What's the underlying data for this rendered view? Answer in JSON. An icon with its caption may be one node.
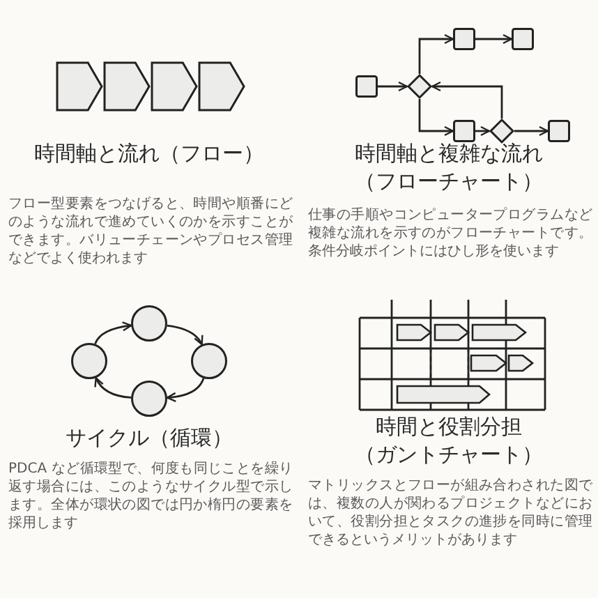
{
  "diagram": {
    "nodes": [
      {
        "text": [],
        "shape": "chevron"
      },
      {
        "text": [],
        "shape": "chevron"
      },
      {
        "text": [],
        "shape": "chevron"
      },
      {
        "text": [],
        "shape": "chevron"
      },
      {
        "text": [],
        "shape": "box"
      },
      {
        "text": [],
        "shape": "diamond"
      },
      {
        "text": [],
        "shape": "box"
      },
      {
        "text": [],
        "shape": "box"
      },
      {
        "text": [],
        "shape": "box"
      },
      {
        "text": [],
        "shape": "diamond"
      },
      {
        "text": [],
        "shape": "box"
      },
      {
        "text": [],
        "shape": "circle"
      },
      {
        "text": [],
        "shape": "circle"
      },
      {
        "text": [],
        "shape": "circle"
      },
      {
        "text": [],
        "shape": "circle"
      }
    ],
    "edges": [
      {
        "from": 4,
        "to": 5,
        "arrow": "to"
      },
      {
        "from": 5,
        "to": 6,
        "arrow": "to"
      },
      {
        "from": 6,
        "to": 7,
        "arrow": "to"
      },
      {
        "from": 5,
        "to": 8,
        "arrow": "to"
      },
      {
        "from": 8,
        "to": 9,
        "arrow": "to"
      },
      {
        "from": 9,
        "to": 10,
        "arrow": "to"
      },
      {
        "from": 9,
        "to": 5,
        "arrow": "to"
      },
      {
        "from": 11,
        "to": 12,
        "arrow": "to"
      },
      {
        "from": 12,
        "to": 13,
        "arrow": "to"
      },
      {
        "from": 13,
        "to": 14,
        "arrow": "to"
      },
      {
        "from": 14,
        "to": 11,
        "arrow": "to"
      }
    ],
    "labels": [
      "時間軸と流れ（フロー）",
      "フロー型要素をつなげると、時間や順番にどのような流れで進めていくのかを示すことができます。バリューチェーンやプロセス管理などでよく使われます",
      "時間軸と複雑な流れ",
      "（フローチャート）",
      "仕事の手順やコンピュータープログラムなど複雑な流れを示すのがフローチャートです。条件分岐ポイントにはひし形を使います",
      "サイクル（循環）",
      "PDCA など循環型で、何度も同じことを繰り返す場合には、このようなサイクル型で示します。全体が環状の図では円か楕円の要素を採用します",
      "時間と役割分担",
      "（ガントチャート）",
      "マトリックスとフローが組み合わされた図では、複数の人が関わるプロジェクトなどにおいて、役割分担とタスクの進捗を同時に管理できるというメリットがあります"
    ]
  }
}
